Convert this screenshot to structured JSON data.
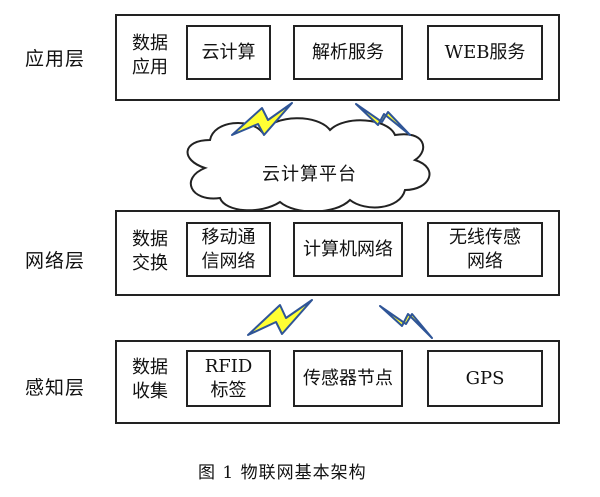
{
  "layers": {
    "application": {
      "label": "应用层",
      "side": "数据应用",
      "items": [
        "云计算",
        "解析服务",
        "WEB服务"
      ]
    },
    "network": {
      "label": "网络层",
      "side": "数据交换",
      "items": [
        "移动通信网络",
        "计算机网络",
        "无线传感网络"
      ]
    },
    "perception": {
      "label": "感知层",
      "side": "数据收集",
      "items": [
        "RFID标签",
        "传感器节点",
        "GPS"
      ]
    }
  },
  "cloud": {
    "label": "云计算平台"
  },
  "caption": "图 1 物联网基本架构",
  "colors": {
    "lightning_fill": "#ffff33",
    "lightning_stroke": "#2f5597",
    "line": "#222222"
  }
}
